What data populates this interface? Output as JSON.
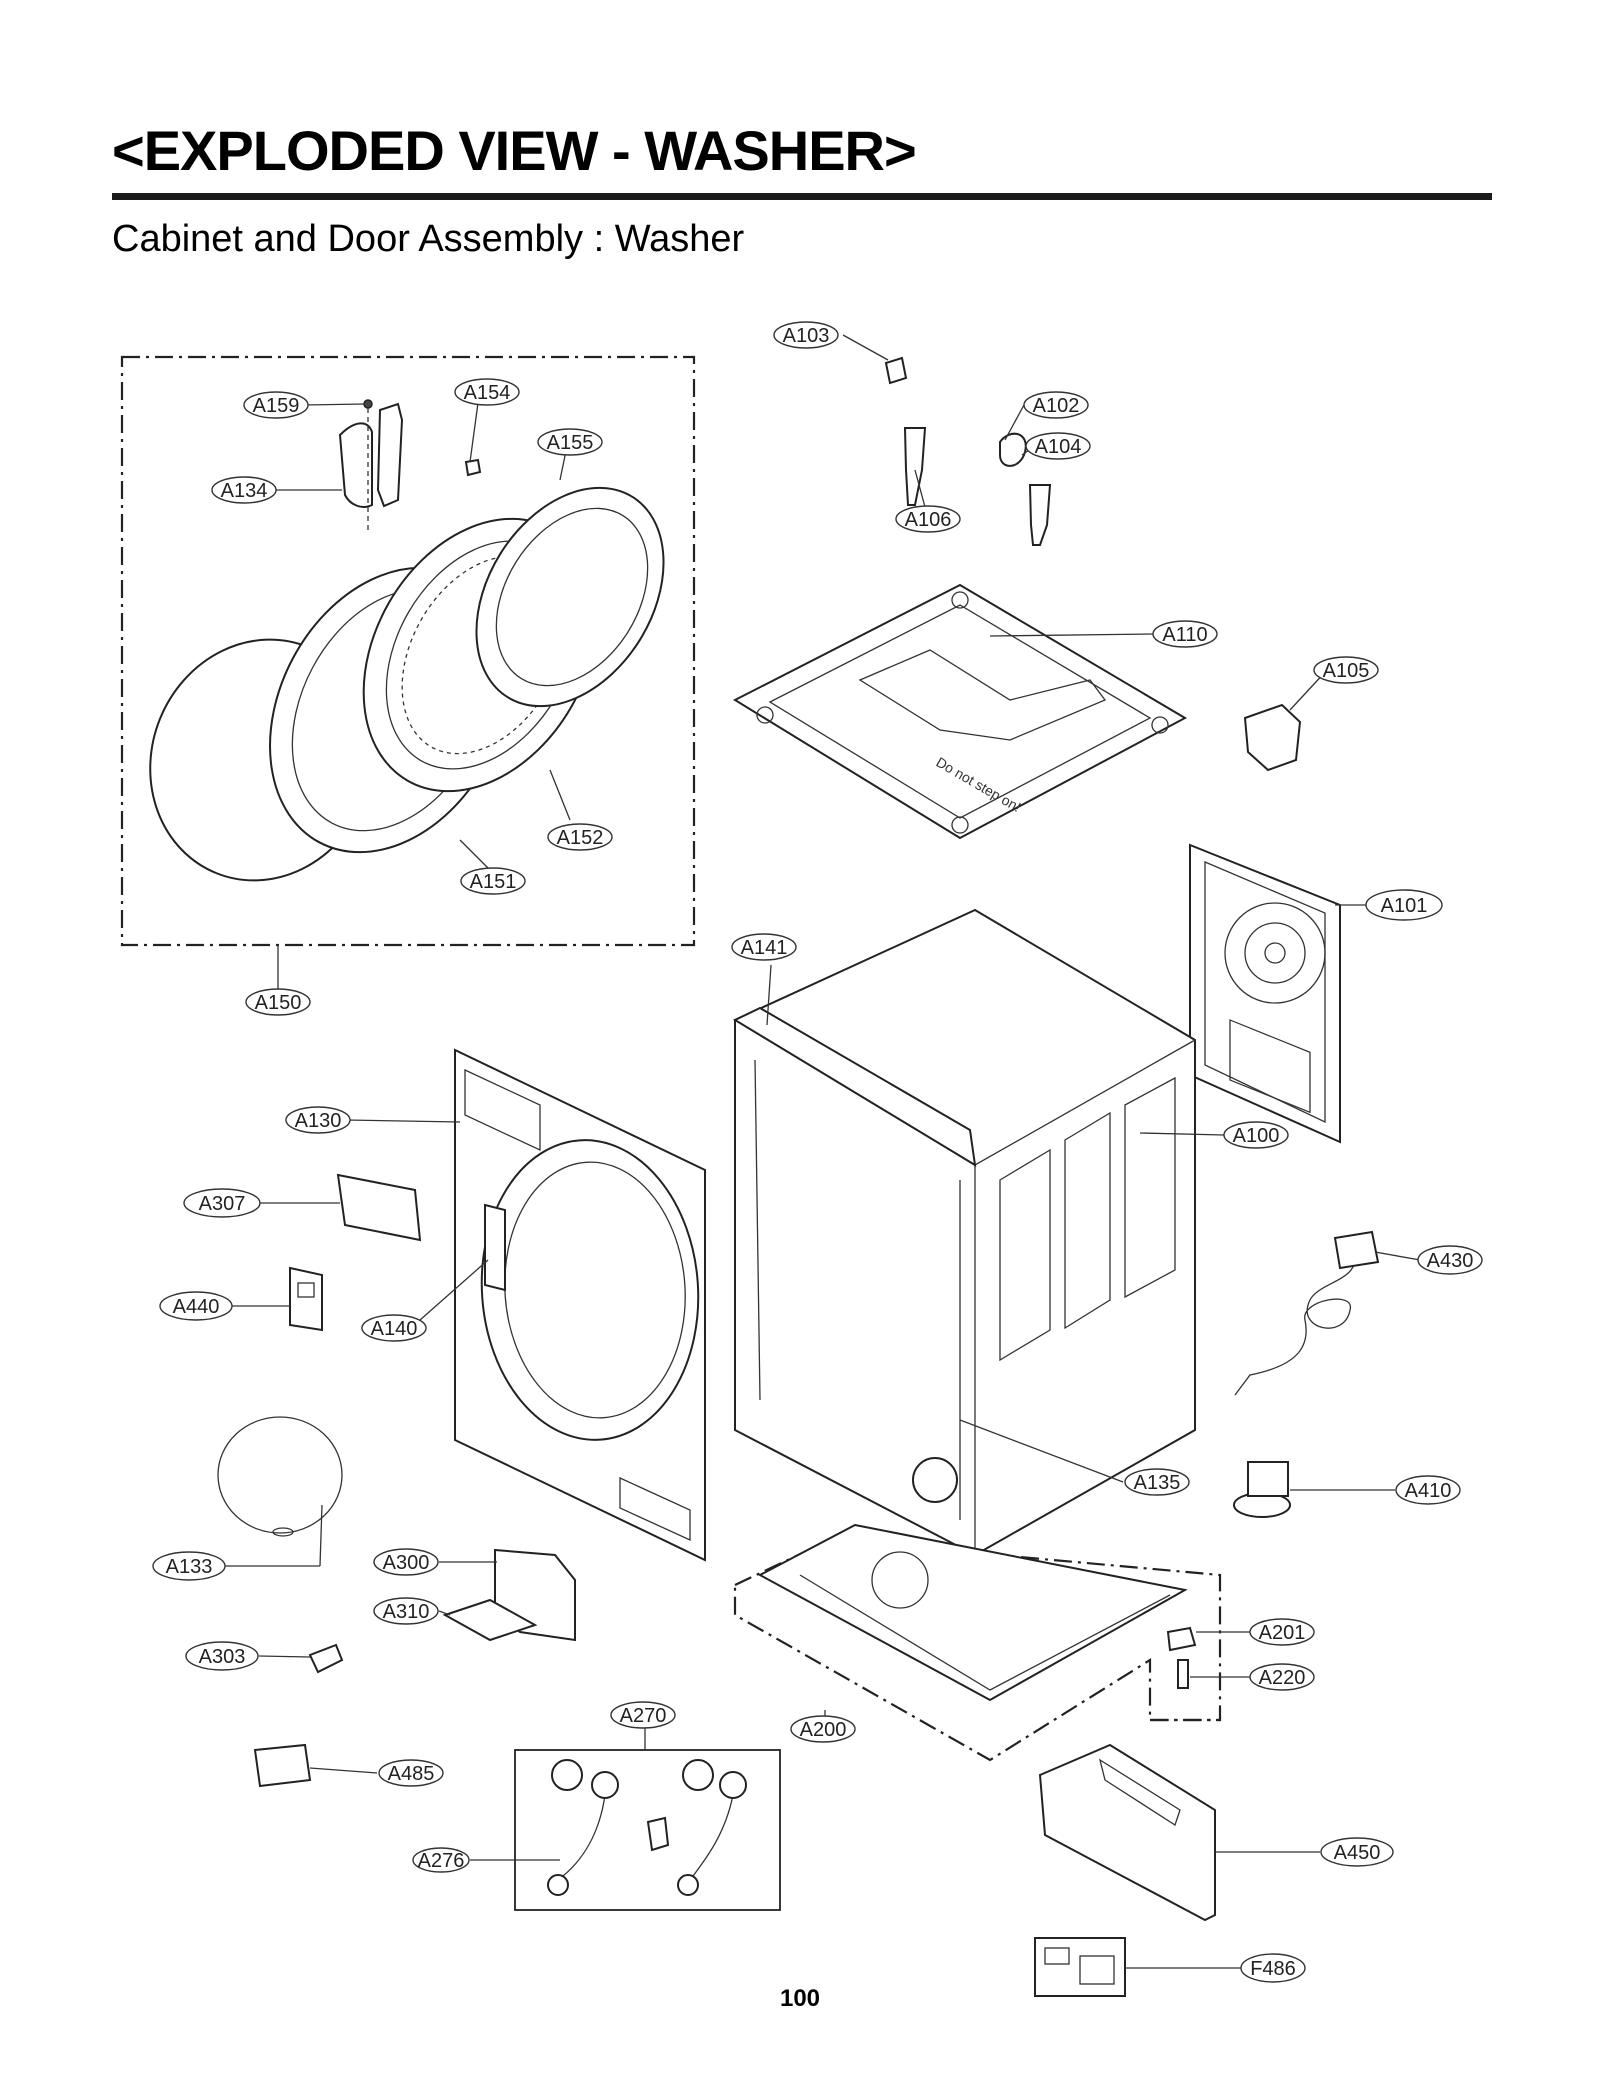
{
  "header": {
    "title": "<EXPLODED VIEW - WASHER>",
    "subtitle": "Cabinet and Door Assembly : Washer"
  },
  "footer": {
    "page_number": "100"
  },
  "parts": {
    "A103": "A103",
    "A102": "A102",
    "A104": "A104",
    "A106": "A106",
    "A110": "A110",
    "A105": "A105",
    "A101": "A101",
    "A141": "A141",
    "A100": "A100",
    "A430": "A430",
    "A135": "A135",
    "A410": "A410",
    "A201": "A201",
    "A220": "A220",
    "A200": "A200",
    "A450": "A450",
    "F486": "F486",
    "A159": "A159",
    "A154": "A154",
    "A155": "A155",
    "A134": "A134",
    "A152": "A152",
    "A151": "A151",
    "A150": "A150",
    "A130": "A130",
    "A307": "A307",
    "A440": "A440",
    "A140": "A140",
    "A133": "A133",
    "A300": "A300",
    "A310": "A310",
    "A303": "A303",
    "A270": "A270",
    "A485": "A485",
    "A276": "A276"
  },
  "colors": {
    "ink": "#222222",
    "rule": "#1a1a1a",
    "background": "#ffffff"
  }
}
